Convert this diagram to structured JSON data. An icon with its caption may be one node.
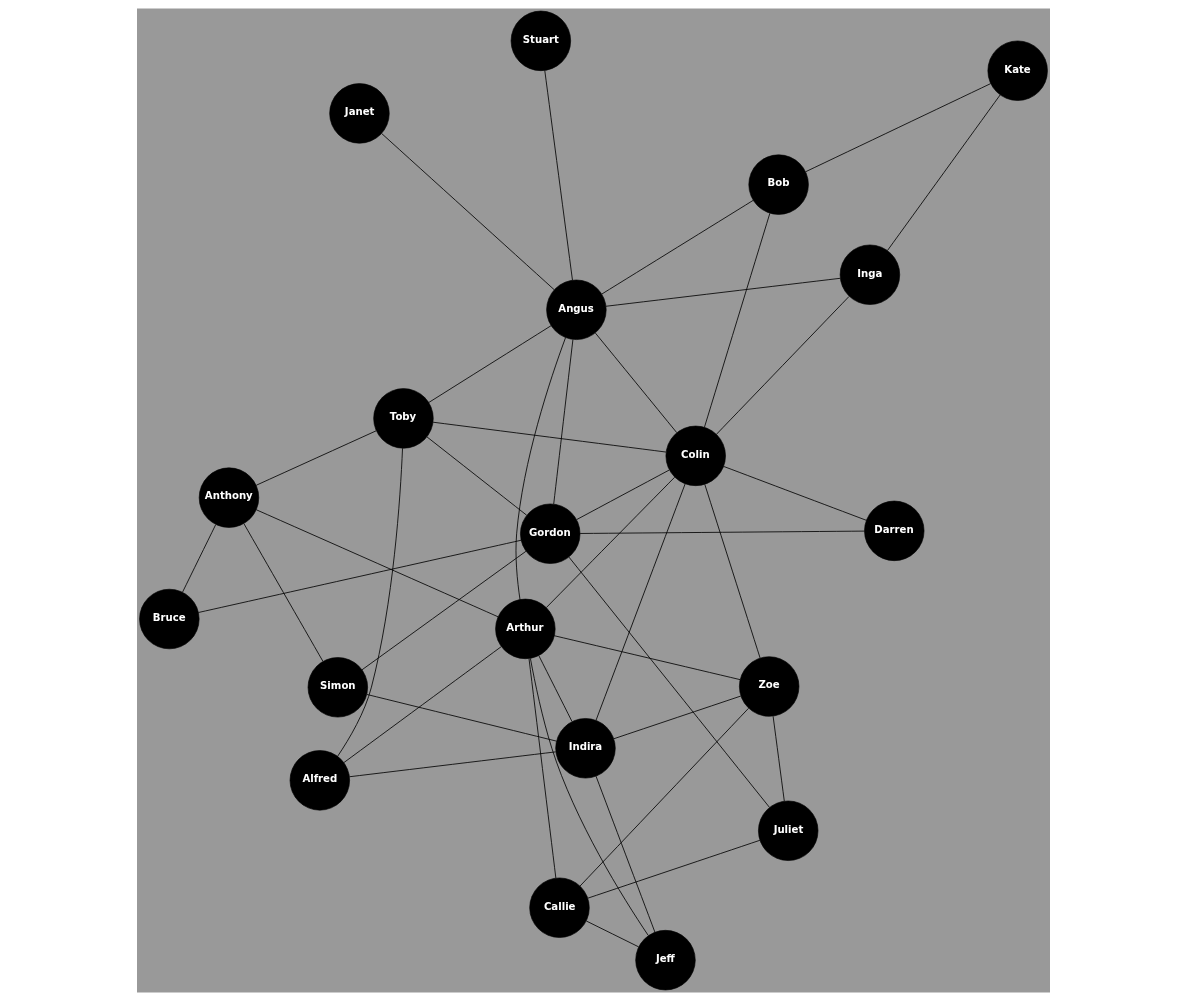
{
  "diagram": {
    "nodes": [
      {
        "text": [
          "Alfred"
        ]
      },
      {
        "text": [
          "Zoe"
        ]
      },
      {
        "text": [
          "Indira"
        ]
      },
      {
        "text": [
          "Anthony"
        ]
      },
      {
        "text": [
          "Jeff"
        ]
      },
      {
        "text": [
          "Bruce"
        ]
      },
      {
        "text": [
          "Toby"
        ]
      },
      {
        "text": [
          "Arthur"
        ]
      },
      {
        "text": [
          "Callie"
        ]
      },
      {
        "text": [
          "Juliet"
        ]
      },
      {
        "text": [
          "Colin"
        ]
      },
      {
        "text": [
          "Gordon"
        ]
      },
      {
        "text": [
          "Inga"
        ]
      },
      {
        "text": [
          "Kate"
        ]
      },
      {
        "text": [
          "Simon"
        ]
      },
      {
        "text": [
          "Angus"
        ]
      },
      {
        "text": [
          "Darren"
        ]
      },
      {
        "text": [
          "Janet"
        ]
      },
      {
        "text": [
          "Bob"
        ]
      },
      {
        "text": [
          "Stuart"
        ]
      }
    ],
    "edges": [
      {
        "from": 0,
        "to": 2,
        "arrow": "none"
      },
      {
        "from": 1,
        "to": 2,
        "arrow": "none"
      },
      {
        "from": 0,
        "to": 6,
        "arrow": "none"
      },
      {
        "from": 0,
        "to": 7,
        "arrow": "none"
      },
      {
        "from": 1,
        "to": 9,
        "arrow": "none"
      },
      {
        "from": 1,
        "to": 10,
        "arrow": "none"
      },
      {
        "from": 1,
        "to": 7,
        "arrow": "none"
      },
      {
        "from": 1,
        "to": 8,
        "arrow": "none"
      },
      {
        "from": 2,
        "to": 4,
        "arrow": "none"
      },
      {
        "from": 4,
        "to": 8,
        "arrow": "none"
      },
      {
        "from": 4,
        "to": 7,
        "arrow": "none"
      },
      {
        "from": 7,
        "to": 8,
        "arrow": "none"
      },
      {
        "from": 2,
        "to": 7,
        "arrow": "none"
      },
      {
        "from": 2,
        "to": 10,
        "arrow": "none"
      },
      {
        "from": 14,
        "to": 2,
        "arrow": "none"
      },
      {
        "from": 3,
        "to": 5,
        "arrow": "none"
      },
      {
        "from": 3,
        "to": 14,
        "arrow": "none"
      },
      {
        "from": 3,
        "to": 6,
        "arrow": "none"
      },
      {
        "from": 3,
        "to": 7,
        "arrow": "none"
      },
      {
        "from": 5,
        "to": 11,
        "arrow": "none"
      },
      {
        "from": 6,
        "to": 11,
        "arrow": "none"
      },
      {
        "from": 6,
        "to": 10,
        "arrow": "none"
      },
      {
        "from": 6,
        "to": 15,
        "arrow": "none"
      },
      {
        "from": 9,
        "to": 8,
        "arrow": "none"
      },
      {
        "from": 9,
        "to": 11,
        "arrow": "none"
      },
      {
        "from": 11,
        "to": 10,
        "arrow": "none"
      },
      {
        "from": 14,
        "to": 11,
        "arrow": "none"
      },
      {
        "from": 11,
        "to": 16,
        "arrow": "none"
      },
      {
        "from": 11,
        "to": 15,
        "arrow": "none"
      },
      {
        "from": 10,
        "to": 16,
        "arrow": "none"
      },
      {
        "from": 10,
        "to": 18,
        "arrow": "none"
      },
      {
        "from": 10,
        "to": 15,
        "arrow": "none"
      },
      {
        "from": 10,
        "to": 12,
        "arrow": "none"
      },
      {
        "from": 10,
        "to": 7,
        "arrow": "none"
      },
      {
        "from": 7,
        "to": 15,
        "arrow": "none"
      },
      {
        "from": 12,
        "to": 15,
        "arrow": "none"
      },
      {
        "from": 12,
        "to": 13,
        "arrow": "none"
      },
      {
        "from": 13,
        "to": 18,
        "arrow": "none"
      },
      {
        "from": 15,
        "to": 18,
        "arrow": "none"
      },
      {
        "from": 15,
        "to": 19,
        "arrow": "none"
      },
      {
        "from": 15,
        "to": 17,
        "arrow": "none"
      }
    ]
  }
}
